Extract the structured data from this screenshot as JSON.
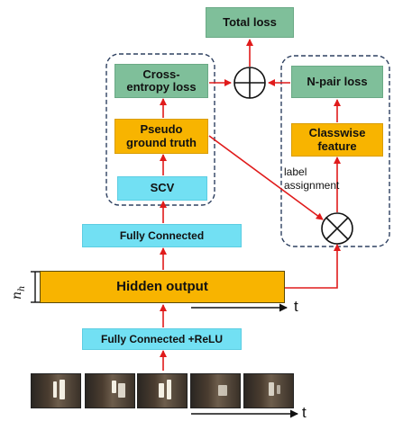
{
  "boxes": {
    "total_loss": "Total loss",
    "cross_entropy": "Cross-\nentropy loss",
    "npair": "N-pair loss",
    "pseudo": "Pseudo\nground truth",
    "classwise": "Classwise\nfeature",
    "scv": "SCV",
    "fc": "Fully Connected",
    "hidden": "Hidden output",
    "fc_relu": "Fully Connected +ReLU"
  },
  "labels": {
    "label_assignment": "label\nassignment",
    "t_top": "t",
    "t_bottom": "t",
    "n_h": "n",
    "n_h_sub": "h"
  },
  "frames": [
    "frame-1",
    "frame-2",
    "frame-3",
    "frame-4",
    "frame-5"
  ],
  "colors": {
    "green": "#7fbf9a",
    "orange": "#f8b400",
    "cyan": "#72e0f3",
    "arrow_red": "#e01b1b",
    "dashed_border": "#2e4060"
  }
}
